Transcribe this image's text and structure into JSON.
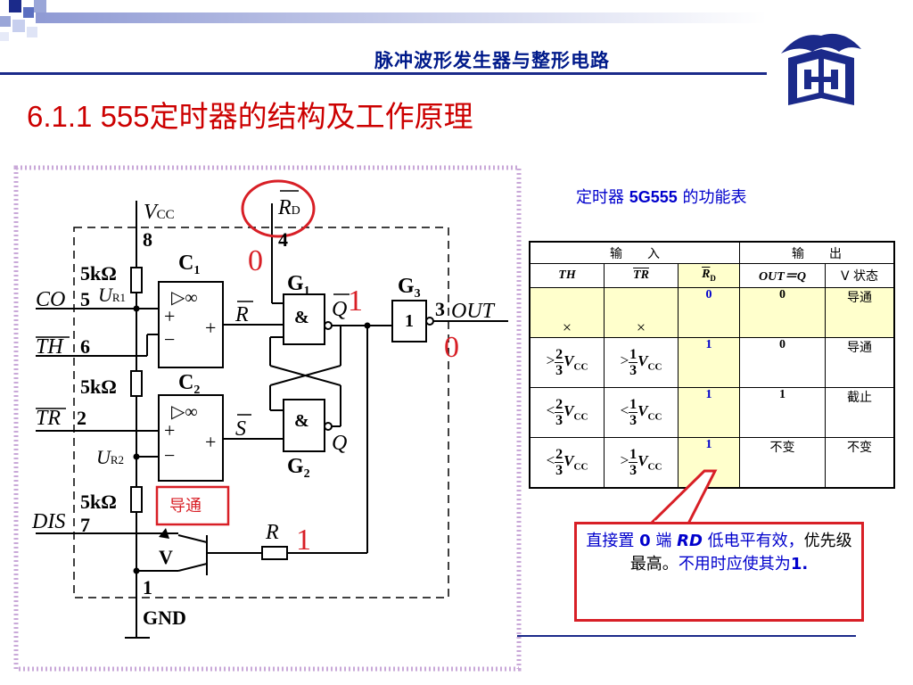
{
  "header": {
    "title": "脉冲波形发生器与整形电路"
  },
  "slide": {
    "title": "6.1.1  555定时器的结构及工作原理"
  },
  "circuit": {
    "vcc_label": "V",
    "vcc_sub": "CC",
    "rd_label": "R",
    "rd_sub": "D",
    "pin8": "8",
    "pin4": "4",
    "pin5": "5",
    "pin6": "6",
    "pin2": "2",
    "pin7": "7",
    "pin1": "1",
    "pin3": "3",
    "res_label": "5kΩ",
    "c1": "C",
    "c1_sub": "1",
    "c2": "C",
    "c2_sub": "2",
    "g1": "G",
    "g1_sub": "1",
    "g2": "G",
    "g2_sub": "2",
    "g3": "G",
    "g3_sub": "3",
    "co": "CO",
    "th": "TH",
    "tr": "TR",
    "dis": "DIS",
    "out": "OUT",
    "gnd": "GND",
    "ur1": "U",
    "ur1_sub": "R1",
    "ur2": "U",
    "ur2_sub": "R2",
    "amp_sym": "▷∞",
    "plus": "+",
    "minus": "−",
    "rbar": "R",
    "sbar": "S",
    "q": "Q",
    "qbar": "Q",
    "and": "&",
    "not_one": "1",
    "r_label": "R",
    "v_label": "V",
    "conduct_badge": "导通",
    "red_0_top": "0",
    "red_1_q": "1",
    "red_0_out": "0",
    "red_1_r": "1"
  },
  "table": {
    "caption_pre": "定时器 ",
    "caption_bold": "5G555",
    "caption_post": " 的功能表",
    "head_input": "输　　入",
    "head_output": "输　　出",
    "col_th": "TH",
    "col_tr": "TR",
    "col_rd": "R",
    "col_rd_sub": "D",
    "col_out": "OUT＝Q",
    "col_v": "V 状态",
    "frac_2": "2",
    "frac_1": "1",
    "frac_3": "3",
    "vcc": "V",
    "vcc_sub": "CC",
    "x": "×",
    "rows": [
      {
        "th_op": "",
        "tr_op": "",
        "rd": "0",
        "out": "0",
        "v": "导通"
      },
      {
        "th_op": ">",
        "tr_op": ">",
        "rd": "1",
        "out": "0",
        "v": "导通"
      },
      {
        "th_op": "<",
        "tr_op": "<",
        "rd": "1",
        "out": "1",
        "v": "截止"
      },
      {
        "th_op": "<",
        "tr_op": ">",
        "rd": "1",
        "out": "不变",
        "v": "不变"
      }
    ]
  },
  "callout": {
    "line_pre": "直接置 ",
    "line_zero": "0",
    "line_mid": " 端 ",
    "line_rd": "RD",
    "line_post": " 低电平有效，",
    "black_part": "优先级最高。",
    "tail_pre": "不用时应使其为",
    "tail_one": "1."
  },
  "colors": {
    "accent_red": "#d81f26",
    "navy": "#001a8a",
    "table_yellow": "#ffffcc",
    "frame_dots": "#c9a8d8"
  }
}
